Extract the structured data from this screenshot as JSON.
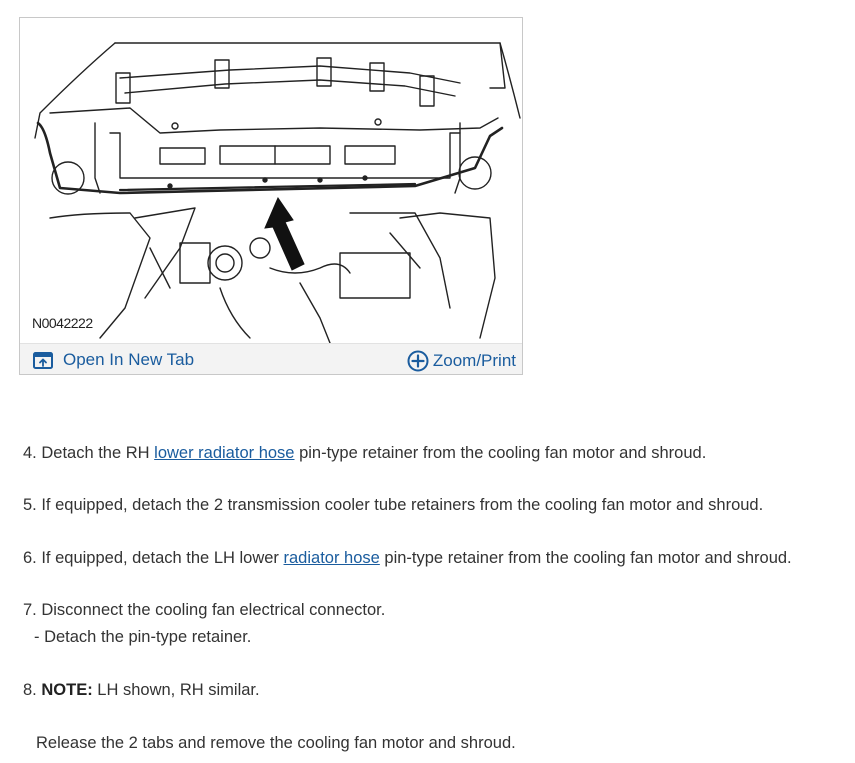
{
  "figure": {
    "id_label": "N0042222",
    "open_tab_label": "Open In New Tab",
    "zoom_label": "Zoom/Print"
  },
  "steps": [
    {
      "num": "4.",
      "pre": " Detach the RH ",
      "link": "lower radiator hose",
      "post": " pin-type retainer from the cooling fan motor and shroud."
    },
    {
      "num": "5.",
      "text": " If equipped, detach the 2 transmission cooler tube retainers from the cooling fan motor and shroud."
    },
    {
      "num": "6.",
      "pre": " If equipped, detach the LH lower ",
      "link": "radiator hose",
      "post": " pin-type retainer from the cooling fan motor and shroud."
    },
    {
      "num": "7.",
      "text": " Disconnect the cooling fan electrical connector.",
      "sub": "-  Detach the pin-type retainer."
    },
    {
      "num": "8.",
      "note_label": "NOTE:",
      "text": " LH shown, RH similar.",
      "sub": "Release the 2 tabs and remove the cooling fan motor and shroud."
    }
  ],
  "colors": {
    "link": "#1a5c9e",
    "text": "#333333",
    "bar_bg": "#f3f3f3",
    "border": "#c8c8c8"
  },
  "icons": [
    "open-in-new-tab-icon",
    "zoom-plus-icon"
  ]
}
